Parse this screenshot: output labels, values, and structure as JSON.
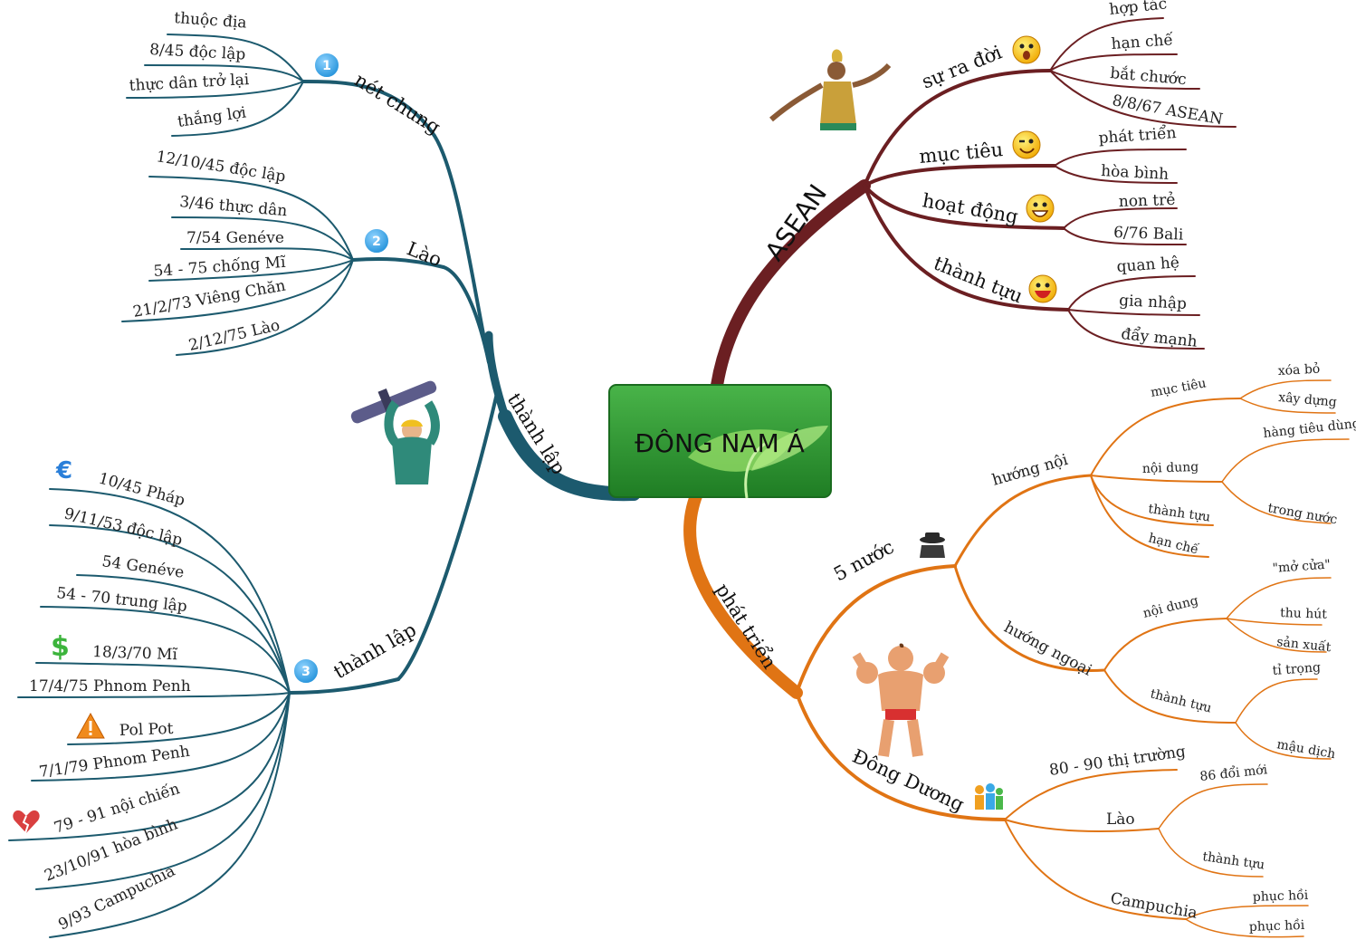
{
  "center": {
    "title": "ĐÔNG NAM Á"
  },
  "branches": {
    "thanh_lap": {
      "label": "thành lập",
      "sub1": {
        "label": "nét chung",
        "badge": "1",
        "leaves": [
          "thuộc địa",
          "8/45 độc lập",
          "thực dân trở lại",
          "thắng lợi"
        ]
      },
      "sub2": {
        "label": "Lào",
        "badge": "2",
        "leaves": [
          "12/10/45 độc lập",
          "3/46 thực dân",
          "7/54 Genéve",
          "54 - 75 chống Mĩ",
          "21/2/73 Viêng Chăn",
          "2/12/75 Lào"
        ]
      },
      "sub3": {
        "label": "thành lập",
        "badge": "3",
        "leaves": [
          "10/45 Pháp",
          "9/11/53 độc lập",
          "54 Genéve",
          "54 - 70 trung lập",
          "18/3/70 Mĩ",
          "17/4/75 Phnom Penh",
          "Pol Pot",
          "7/1/79 Phnom Penh",
          "79 - 91 nội chiến",
          "23/10/91 hòa bình",
          "9/93 Campuchia"
        ]
      }
    },
    "asean": {
      "label": "ASEAN",
      "subs": [
        {
          "label": "sự ra đời",
          "leaves": [
            "hợp tác",
            "hạn chế",
            "bắt chước",
            "8/8/67 ASEAN"
          ]
        },
        {
          "label": "mục tiêu",
          "leaves": [
            "phát triển",
            "hòa bình"
          ]
        },
        {
          "label": "hoạt động",
          "leaves": [
            "non trẻ",
            "6/76 Bali"
          ]
        },
        {
          "label": "thành tựu",
          "leaves": [
            "quan hệ",
            "gia nhập",
            "đẩy mạnh"
          ]
        }
      ]
    },
    "phat_trien": {
      "label": "phát triển",
      "five": {
        "label": "5 nước",
        "huong_noi": {
          "label": "hướng nội",
          "muc_tieu": {
            "label": "mục tiêu",
            "leaves": [
              "xóa bỏ",
              "xây dựng"
            ]
          },
          "noi_dung": {
            "label": "nội dung",
            "leaves": [
              "hàng tiêu dùng",
              "trong nước"
            ]
          },
          "thanh_tuu": "thành tựu",
          "han_che": "hạn chế"
        },
        "huong_ngoai": {
          "label": "hướng ngoại",
          "noi_dung": {
            "label": "nội dung",
            "leaves": [
              "\"mở cửa\"",
              "thu hút",
              "sản xuất"
            ]
          },
          "thanh_tuu": {
            "label": "thành tựu",
            "leaves": [
              "tỉ trọng",
              "mậu dịch"
            ]
          }
        }
      },
      "dong_duong": {
        "label": "Đông Dương",
        "thi_truong": "80 - 90 thị trường",
        "lao": {
          "label": "Lào",
          "leaves": [
            "86 đổi mới",
            "thành tựu"
          ]
        },
        "campuchia": {
          "label": "Campuchia",
          "leaves": [
            "phục hồi",
            "phục hồi"
          ]
        }
      }
    }
  },
  "colors": {
    "teal": "#1c5a6e",
    "maroon": "#6b1f22",
    "orange": "#e07414",
    "center_green": "#2e9a2e",
    "badge_blue": "#3aa9e6"
  },
  "icons": [
    "euro-icon",
    "dollar-icon",
    "warning-icon",
    "broken-heart-icon",
    "smiley-surprised-icon",
    "smiley-wink-icon",
    "smiley-grin-icon",
    "smiley-laugh-icon",
    "spy-icon",
    "people-icon",
    "dancer-clipart",
    "worker-clipart",
    "strongman-clipart"
  ]
}
